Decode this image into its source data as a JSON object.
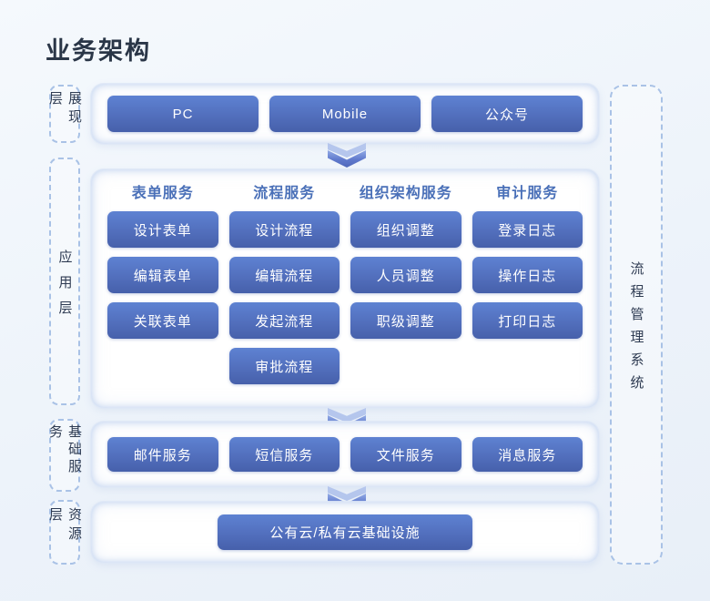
{
  "page": {
    "title": "业务架构"
  },
  "rails": {
    "presentation": "展现层",
    "application": "应用层",
    "basic": "基础服务",
    "resource": "资源层",
    "right_system": "流程管理系统"
  },
  "presentation_row": {
    "items": [
      "PC",
      "Mobile",
      "公众号"
    ]
  },
  "application_columns": [
    {
      "header": "表单服务",
      "items": [
        "设计表单",
        "编辑表单",
        "关联表单"
      ]
    },
    {
      "header": "流程服务",
      "items": [
        "设计流程",
        "编辑流程",
        "发起流程",
        "审批流程"
      ]
    },
    {
      "header": "组织架构服务",
      "items": [
        "组织调整",
        "人员调整",
        "职级调整"
      ]
    },
    {
      "header": "审计服务",
      "items": [
        "登录日志",
        "操作日志",
        "打印日志"
      ]
    }
  ],
  "basic_row": {
    "items": [
      "邮件服务",
      "短信服务",
      "文件服务",
      "消息服务"
    ]
  },
  "resource_row": {
    "items": [
      "公有云/私有云基础设施"
    ]
  },
  "colors": {
    "title_text": "#2a3647",
    "header_text": "#4a70b8",
    "rail_text": "#2e3b52",
    "dashed_border": "#a9c2e6",
    "button_gradient_top": "#5e82d2",
    "button_gradient_bottom": "#4660ab",
    "arrow_light": "#b5c6ed",
    "arrow_dark": "#4f68ba",
    "panel_bg": "#ffffff",
    "page_bg": "#edf3fa"
  }
}
